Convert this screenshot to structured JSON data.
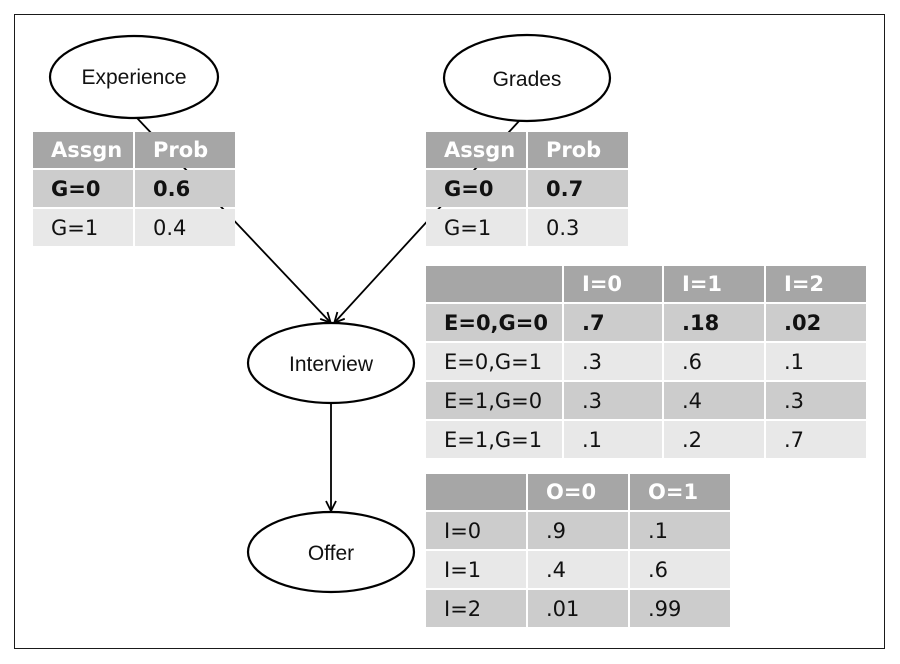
{
  "nodes": {
    "experience": "Experience",
    "grades": "Grades",
    "interview": "Interview",
    "offer": "Offer"
  },
  "experience_table": {
    "header": [
      "Assgn",
      "Prob"
    ],
    "rows": [
      [
        "G=0",
        "0.6"
      ],
      [
        "G=1",
        "0.4"
      ]
    ]
  },
  "grades_table": {
    "header": [
      "Assgn",
      "Prob"
    ],
    "rows": [
      [
        "G=0",
        "0.7"
      ],
      [
        "G=1",
        "0.3"
      ]
    ]
  },
  "interview_table": {
    "header": [
      "",
      "I=0",
      "I=1",
      "I=2"
    ],
    "rows": [
      [
        "E=0,G=0",
        ".7",
        ".18",
        ".02"
      ],
      [
        "E=0,G=1",
        ".3",
        ".6",
        ".1"
      ],
      [
        "E=1,G=0",
        ".3",
        ".4",
        ".3"
      ],
      [
        "E=1,G=1",
        ".1",
        ".2",
        ".7"
      ]
    ]
  },
  "offer_table": {
    "header": [
      "",
      "O=0",
      "O=1"
    ],
    "rows": [
      [
        "I=0",
        ".9",
        ".1"
      ],
      [
        "I=1",
        ".4",
        ".6"
      ],
      [
        "I=2",
        ".01",
        ".99"
      ]
    ]
  }
}
